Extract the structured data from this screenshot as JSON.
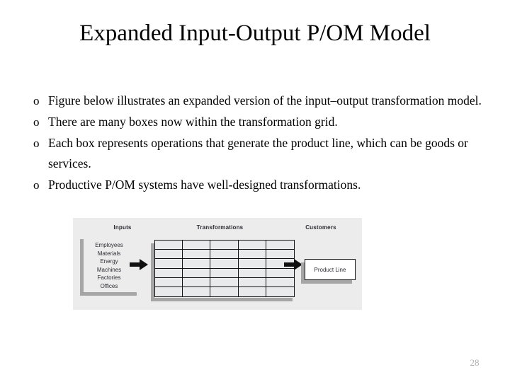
{
  "slide": {
    "title": "Expanded Input-Output P/OM Model",
    "page_number": "28",
    "bullets": [
      {
        "marker": "o",
        "text": "Figure below illustrates an expanded version of the input–output transformation model."
      },
      {
        "marker": "o",
        "text": "There are many boxes now within the transformation grid."
      },
      {
        "marker": "o",
        "text": "Each box represents operations that generate the product line, which can be goods or services."
      },
      {
        "marker": "o",
        "text": "Productive P/OM systems have well-designed transformations."
      }
    ]
  },
  "figure": {
    "headings": {
      "inputs": "Inputs",
      "transformations": "Transformations",
      "customers": "Customers"
    },
    "inputs_items": [
      "Employees",
      "Materials",
      "Energy",
      "Machines",
      "Factories",
      "Offices"
    ],
    "grid": {
      "columns": 5,
      "rows": 6
    },
    "output_box_label": "Product Line",
    "colors": {
      "panel_background": "#ececec",
      "grid_fill": "#e9eaec",
      "line": "#111111",
      "shadow": "#a6a6a6",
      "label_text": "#2b2b33"
    }
  }
}
